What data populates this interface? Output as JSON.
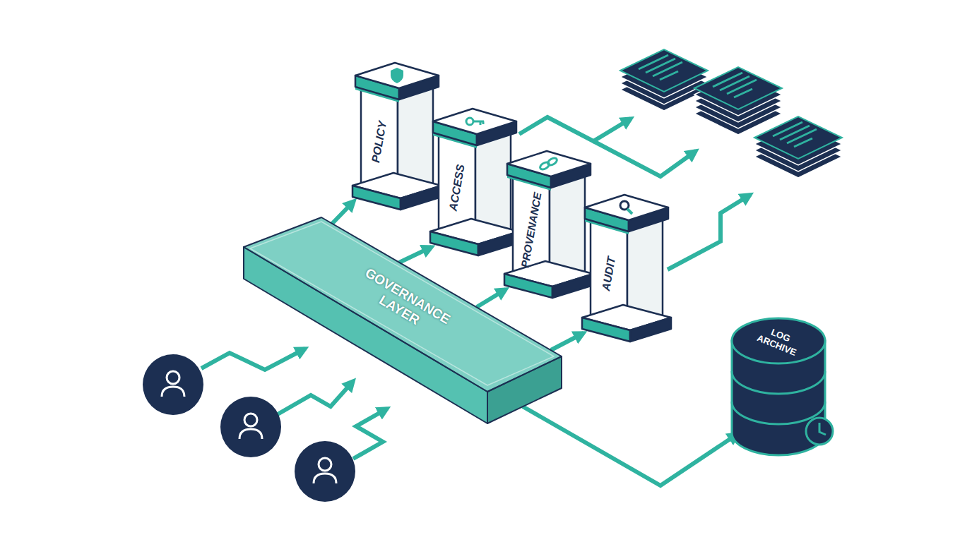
{
  "diagram": {
    "nodes": [
      {
        "text": [
          "GOVERNANCE LAYER"
        ]
      },
      {
        "text": [
          "POLICY"
        ]
      },
      {
        "text": [
          "ACCESS"
        ]
      },
      {
        "text": [
          "PROVENANCE"
        ]
      },
      {
        "text": [
          "AUDIT"
        ]
      },
      {
        "text": [
          "LOG ARCHIVE"
        ]
      }
    ],
    "edges": [
      {
        "from": 0,
        "to": 1,
        "arrow": "to"
      },
      {
        "from": 0,
        "to": 2,
        "arrow": "to"
      },
      {
        "from": 0,
        "to": 3,
        "arrow": "to"
      },
      {
        "from": 0,
        "to": 4,
        "arrow": "to"
      },
      {
        "from": 0,
        "to": 5,
        "arrow": "to"
      }
    ]
  }
}
